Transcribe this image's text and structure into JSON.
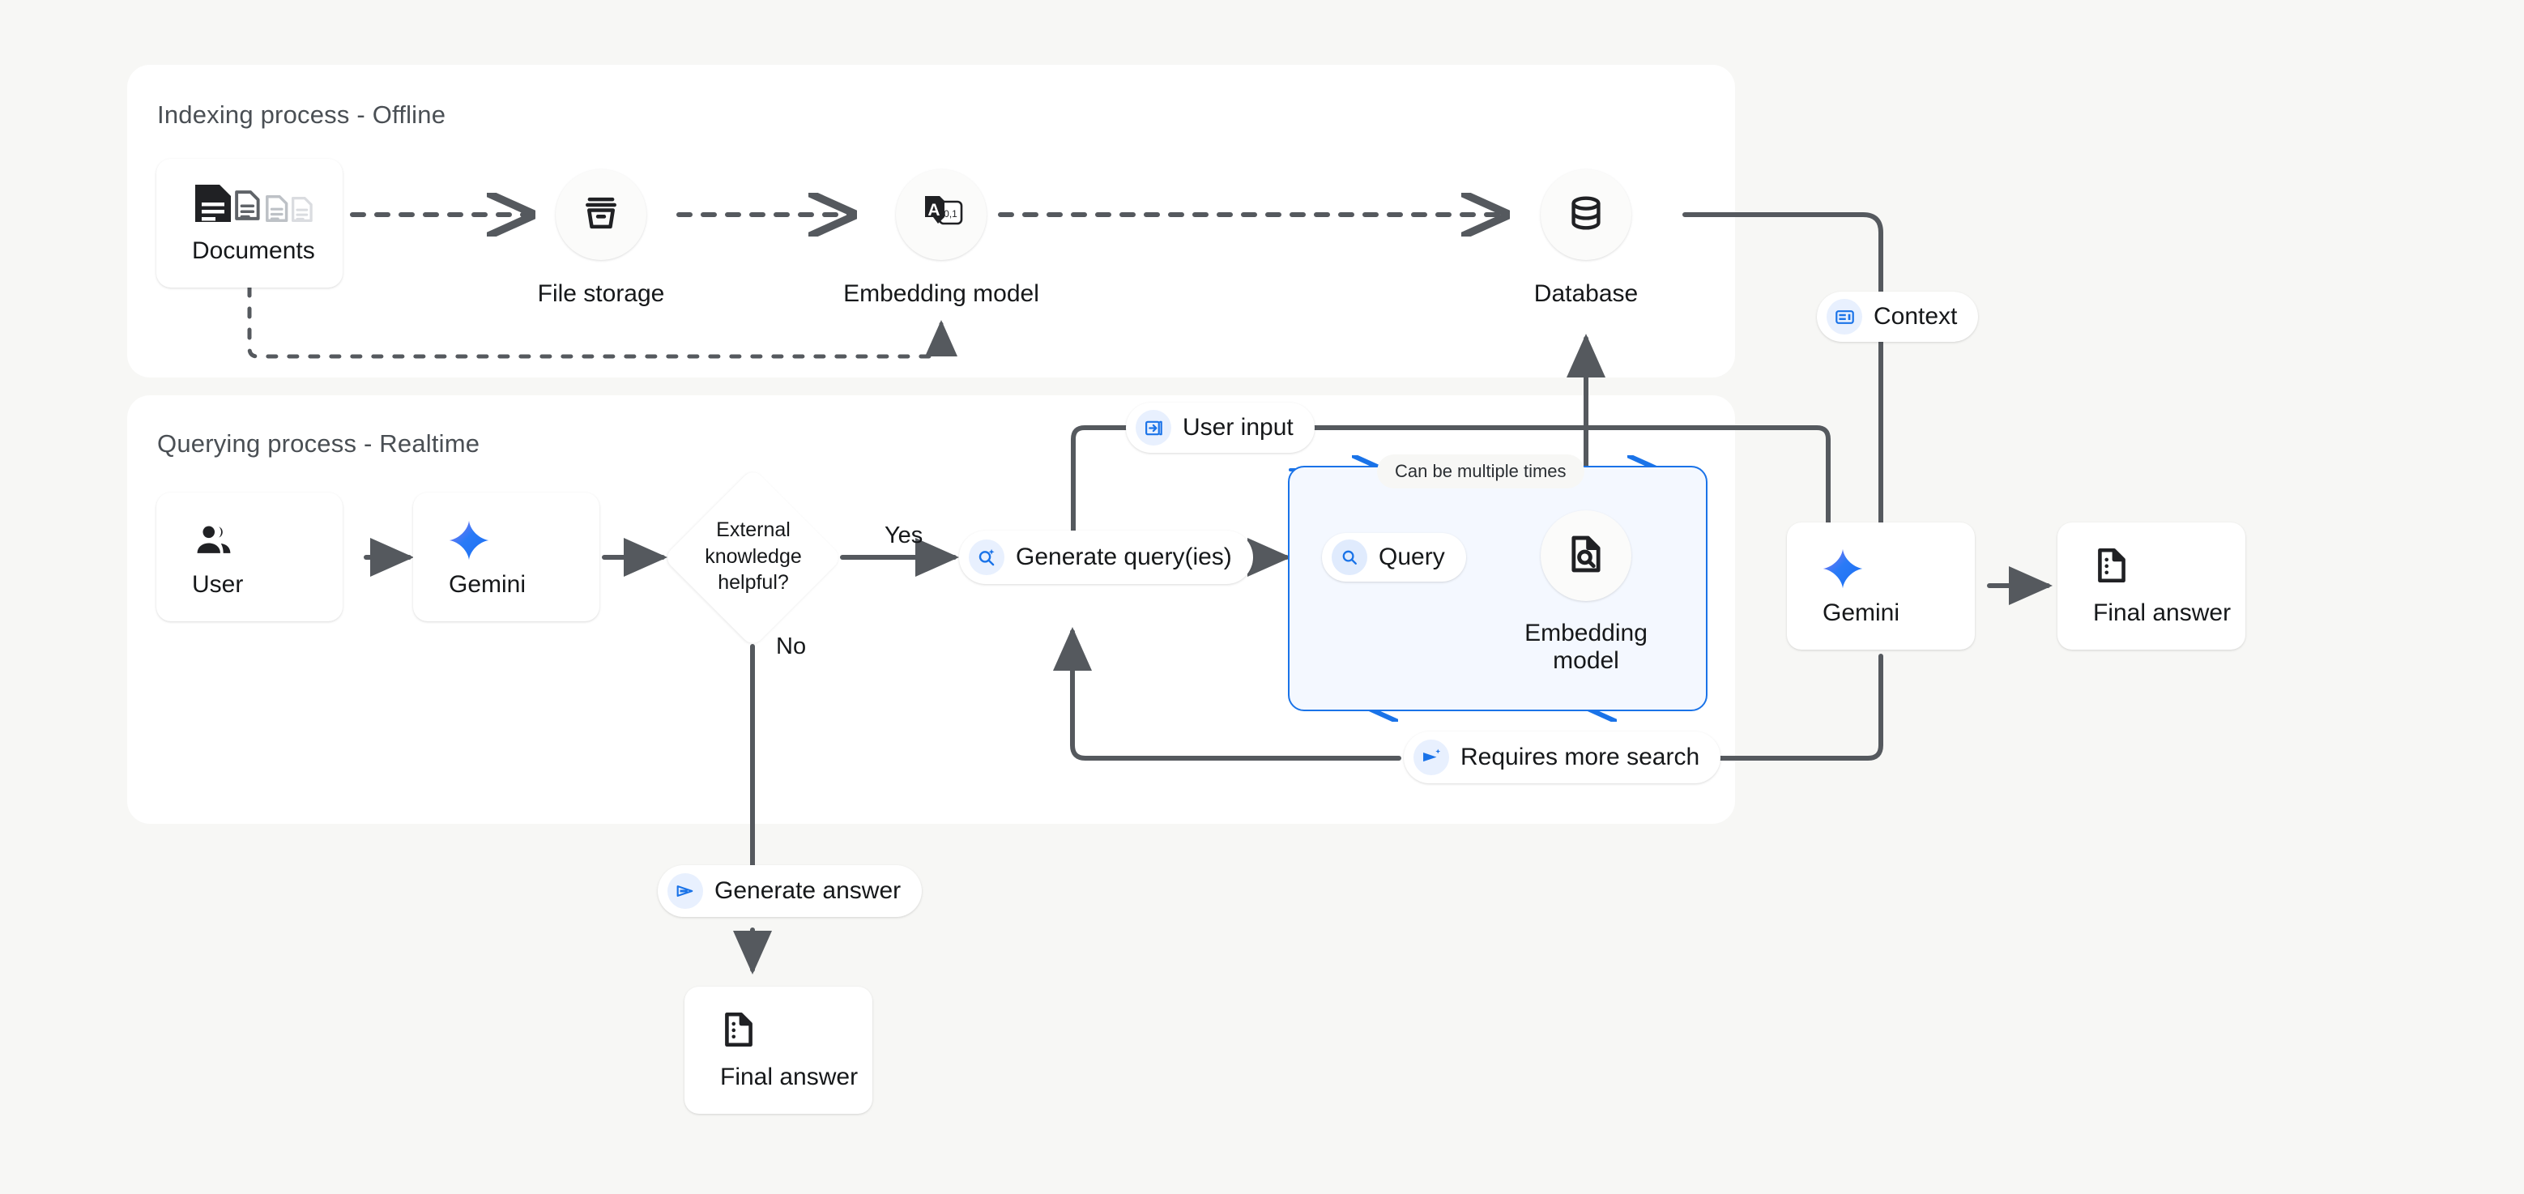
{
  "background": "#f7f7f5",
  "accent_blue": "#1a73e8",
  "line_color": "#55595e",
  "panels": [
    {
      "id": "indexing",
      "title": "Indexing process - Offline"
    },
    {
      "id": "querying",
      "title": "Querying process - Realtime"
    }
  ],
  "indexing": {
    "title": "Indexing process - Offline",
    "nodes": [
      {
        "id": "documents",
        "label": "Documents",
        "icon": "documents-icon",
        "shape": "card"
      },
      {
        "id": "file-storage",
        "label": "File storage",
        "icon": "archive-box-icon",
        "shape": "circle"
      },
      {
        "id": "embedding-model",
        "label": "Embedding model",
        "icon": "text-to-vector-icon",
        "shape": "circle"
      },
      {
        "id": "database",
        "label": "Database",
        "icon": "database-cylinder-icon",
        "shape": "circle"
      }
    ]
  },
  "querying": {
    "title": "Querying process - Realtime",
    "nodes": [
      {
        "id": "user",
        "label": "User",
        "icon": "people-icon",
        "shape": "card"
      },
      {
        "id": "gemini-1",
        "label": "Gemini",
        "icon": "gemini-sparkle-icon",
        "shape": "card"
      },
      {
        "id": "decision",
        "label": "External knowledge helpful?",
        "shape": "diamond",
        "lines": [
          "External",
          "knowledge",
          "helpful?"
        ]
      },
      {
        "id": "query",
        "label": "Query",
        "icon": "search-icon",
        "shape": "pill"
      },
      {
        "id": "embedding-model-2",
        "label": "Embedding model",
        "icon": "document-search-icon",
        "shape": "circle",
        "lines": [
          "Embedding",
          "model"
        ]
      },
      {
        "id": "gemini-2",
        "label": "Gemini",
        "icon": "gemini-sparkle-icon",
        "shape": "card"
      },
      {
        "id": "final-answer-right",
        "label": "Final answer",
        "icon": "answer-doc-icon",
        "shape": "card"
      },
      {
        "id": "final-answer-bottom",
        "label": "Final answer",
        "icon": "answer-doc-icon",
        "shape": "card"
      }
    ]
  },
  "pills": {
    "context": {
      "label": "Context",
      "icon": "context-card-icon"
    },
    "user_input": {
      "label": "User input",
      "icon": "input-arrow-icon"
    },
    "generate_queries": {
      "label": "Generate query(ies)",
      "icon": "search-sparkle-icon"
    },
    "query": {
      "label": "Query",
      "icon": "search-icon"
    },
    "requires_more_search": {
      "label": "Requires more search",
      "icon": "send-sparkle-icon"
    },
    "generate_answer": {
      "label": "Generate answer",
      "icon": "send-icon"
    },
    "can_be_multiple_times": {
      "label": "Can be multiple times"
    }
  },
  "edge_labels": {
    "yes": "Yes",
    "no": "No"
  }
}
